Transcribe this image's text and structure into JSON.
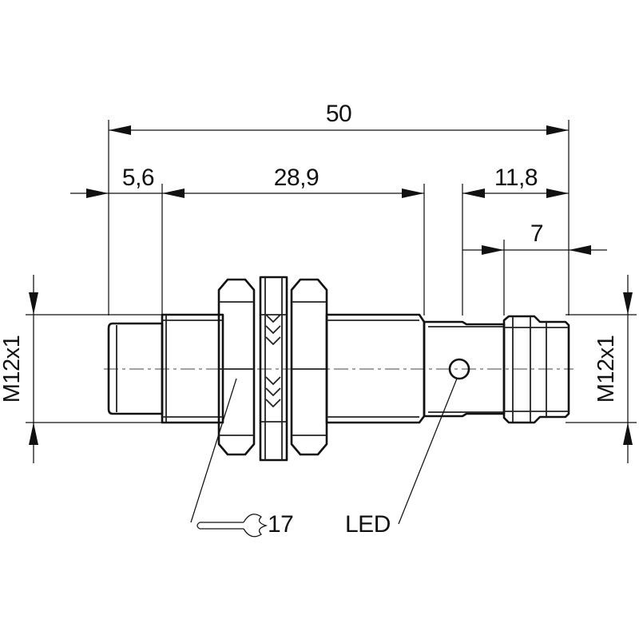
{
  "drawing": {
    "dimensions": {
      "overall_length": "50",
      "front_length": "5,6",
      "thread_length": "28,9",
      "connector_length": "11,8",
      "connector_tail_length": "7"
    },
    "thread_labels": {
      "left": "M12x1",
      "right": "M12x1"
    },
    "callouts": {
      "wrench_size": "17",
      "led": "LED"
    },
    "icons": {
      "wrench": "wrench-icon"
    }
  }
}
